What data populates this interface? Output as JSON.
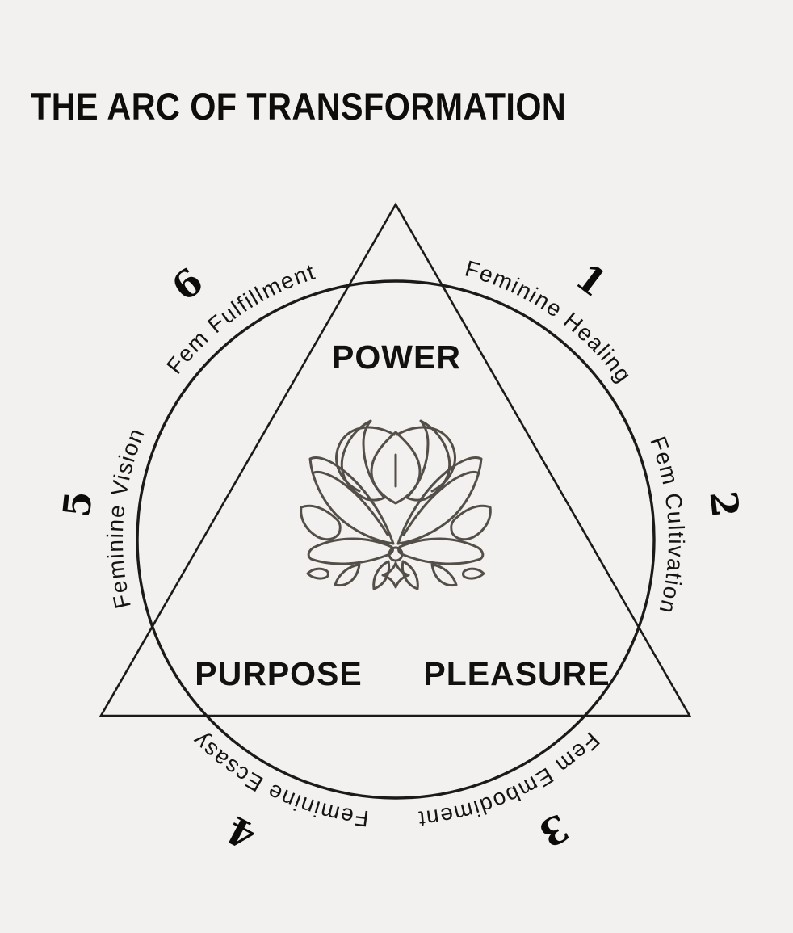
{
  "title": "THE ARC OF TRANSFORMATION",
  "diagram": {
    "vertices": {
      "top": "POWER",
      "bottom_left": "PURPOSE",
      "bottom_right": "PLEASURE"
    },
    "stages": [
      {
        "number": "1",
        "label": "Feminine Healing"
      },
      {
        "number": "2",
        "label": "Fem Cultivation"
      },
      {
        "number": "3",
        "label": "Fem Embodiment"
      },
      {
        "number": "4",
        "label": "Feminine Ecsasy"
      },
      {
        "number": "5",
        "label": "Feminine Vision"
      },
      {
        "number": "6",
        "label": "Fem Fulfillment"
      }
    ],
    "center_icon": "lotus-flower",
    "colors": {
      "background": "#f2f1ef",
      "line": "#1c1a19",
      "text": "#111111",
      "lotus": "#544e48"
    }
  }
}
